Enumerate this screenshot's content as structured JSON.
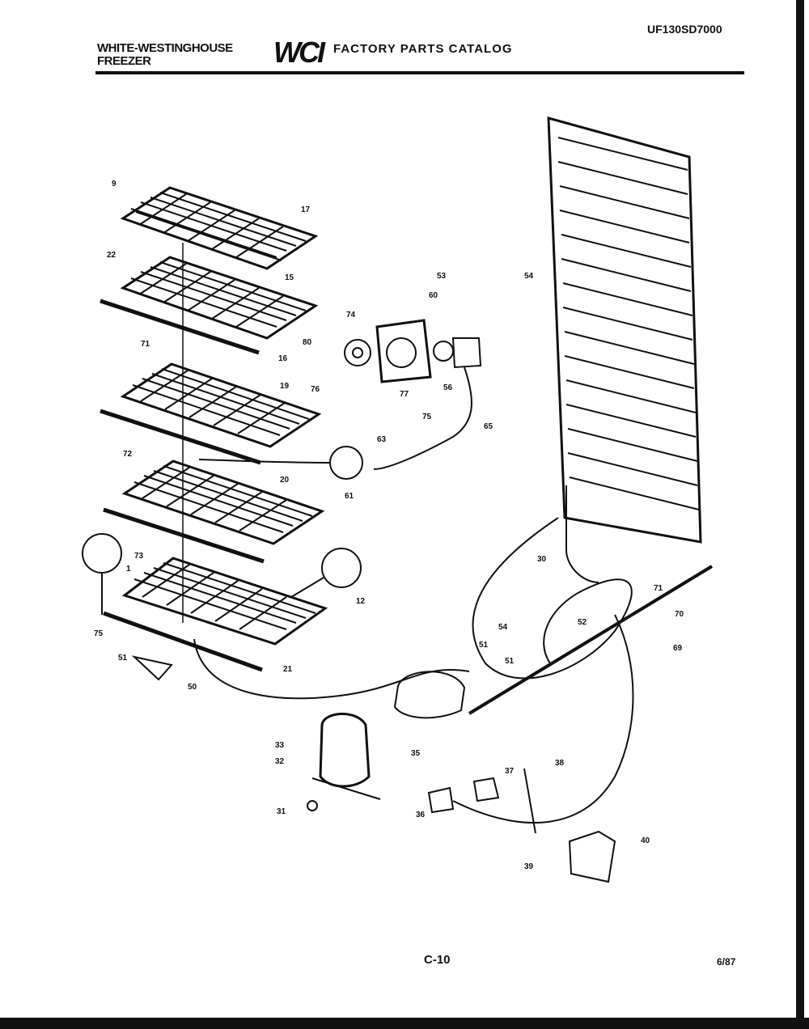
{
  "header": {
    "brand": "WHITE-WESTINGHOUSE",
    "product": "FREEZER",
    "logo": "WCI",
    "catalog_title": "FACTORY PARTS CATALOG",
    "model": "UF130SD7000"
  },
  "footer": {
    "page": "C-10",
    "date": "6/87"
  },
  "callouts": [
    "9",
    "17",
    "22",
    "15",
    "71",
    "16",
    "19",
    "72",
    "20",
    "73",
    "1",
    "12",
    "75",
    "51",
    "50",
    "21",
    "53",
    "60",
    "74",
    "80",
    "76",
    "77",
    "75",
    "56",
    "65",
    "63",
    "61",
    "54",
    "30",
    "71",
    "70",
    "69",
    "54",
    "51",
    "52",
    "51",
    "33",
    "32",
    "35",
    "31",
    "37",
    "38",
    "36",
    "39",
    "40"
  ]
}
